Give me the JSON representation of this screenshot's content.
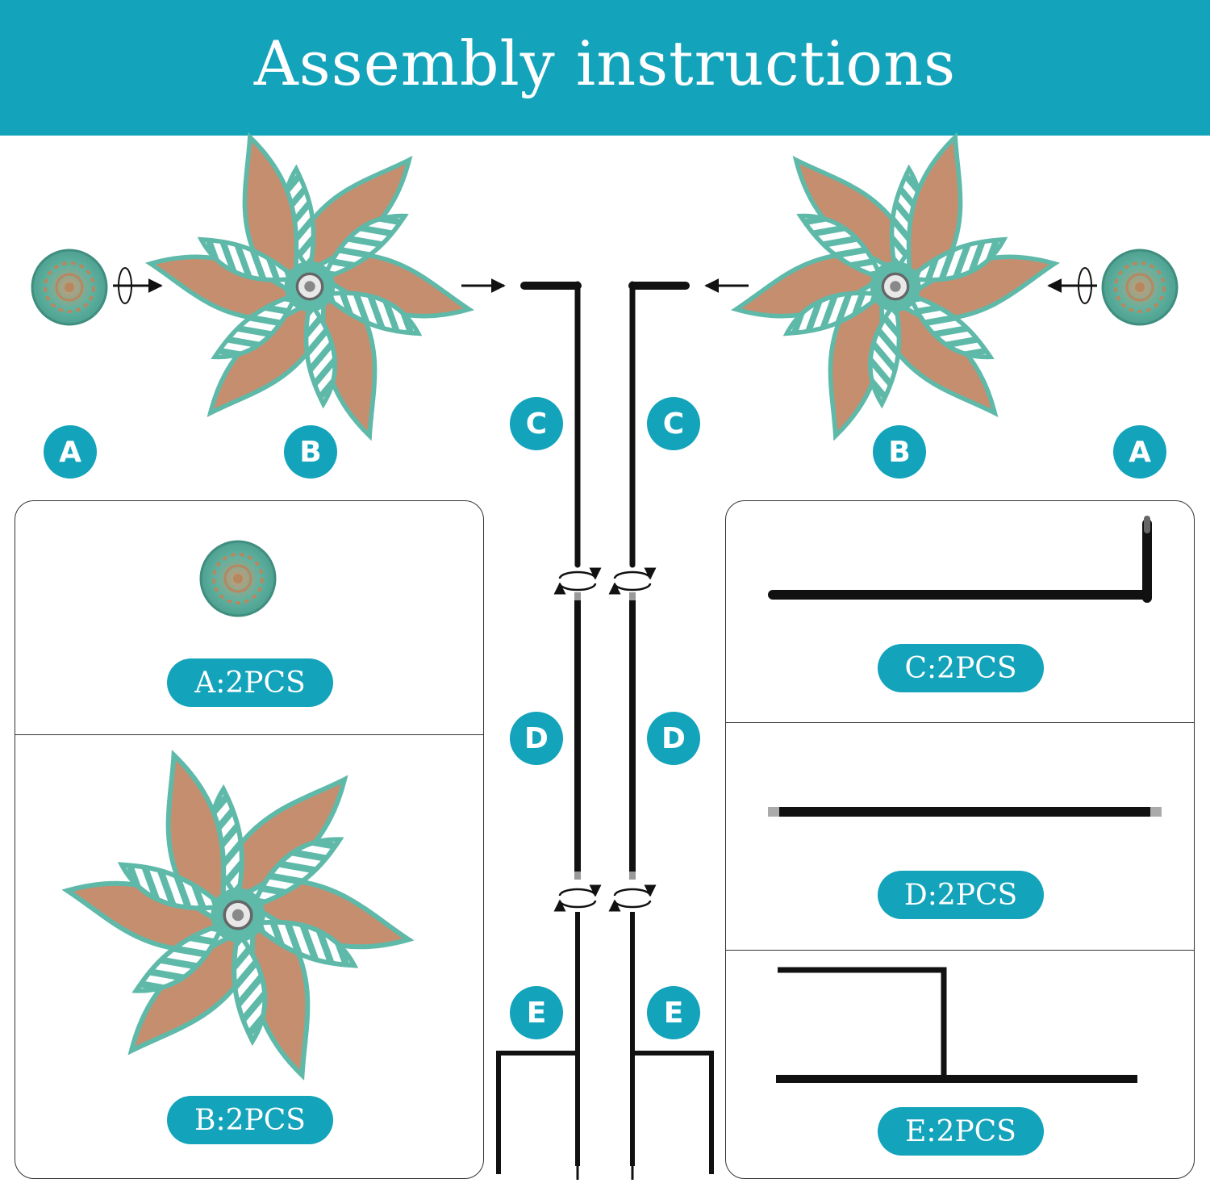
{
  "header": {
    "title": "Assembly instructions"
  },
  "colors": {
    "brand": "#13a3bb",
    "patina": "#5fb9a9",
    "copper": "#bd8c6c",
    "rod": "#111111"
  },
  "diagram": {
    "badges": {
      "a_left": "A",
      "b_left": "B",
      "c_left": "C",
      "c_right": "C",
      "b_right": "B",
      "a_right": "A",
      "d_left": "D",
      "d_right": "D",
      "e_left": "E",
      "e_right": "E"
    }
  },
  "parts_left": {
    "a_label": "A:2PCS",
    "b_label": "B:2PCS"
  },
  "parts_right": {
    "c_label": "C:2PCS",
    "d_label": "D:2PCS",
    "e_label": "E:2PCS"
  },
  "icons": [
    "decorative-cap-icon",
    "pinwheel-icon",
    "rotate-arrows-icon",
    "arrow-right-icon",
    "arrow-left-icon"
  ]
}
